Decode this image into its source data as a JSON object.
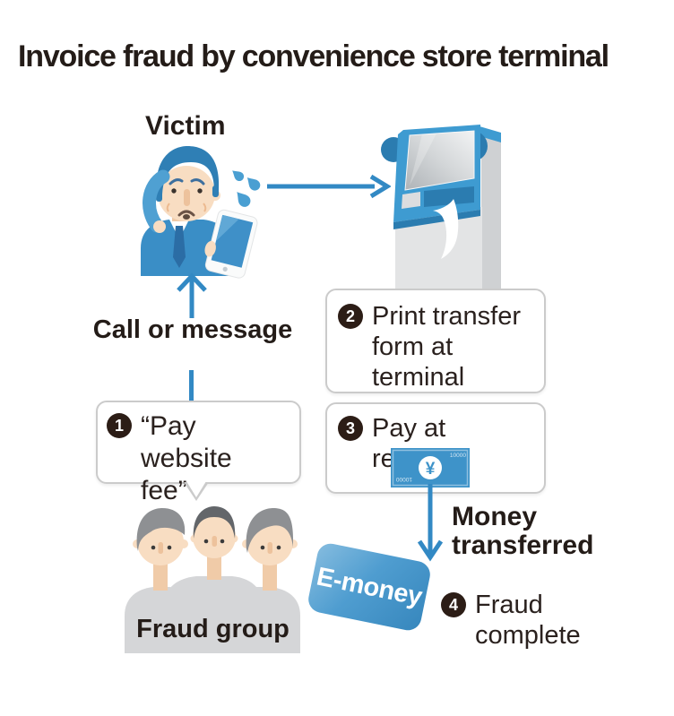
{
  "title": "Invoice fraud by convenience store terminal",
  "labels": {
    "victim": "Victim",
    "call_or_message": "Call or message",
    "money_transferred_line1": "Money",
    "money_transferred_line2": "transferred",
    "emoney": "E-money",
    "fraud_group": "Fraud group"
  },
  "steps": {
    "step1": {
      "number": "1",
      "line1": "“Pay website",
      "line2": "fee”"
    },
    "step2": {
      "number": "2",
      "line1": "Print transfer",
      "line2": "form at",
      "line3": "terminal"
    },
    "step3": {
      "number": "3",
      "line1": "Pay at register"
    },
    "step4": {
      "number": "4",
      "line1": "Fraud",
      "line2": "complete"
    }
  },
  "banknote": {
    "currency_symbol": "¥",
    "value_top": "10000",
    "value_bottom": "10000"
  },
  "colors": {
    "accent_blue": "#3289c4",
    "illustration_blue": "#3a8ec6",
    "dark_blue": "#2b7cb0",
    "dark_text": "#241c18",
    "box_border": "#cbcbcb",
    "number_circle": "#2c1d16",
    "gray_body": "#d5d6d8"
  }
}
